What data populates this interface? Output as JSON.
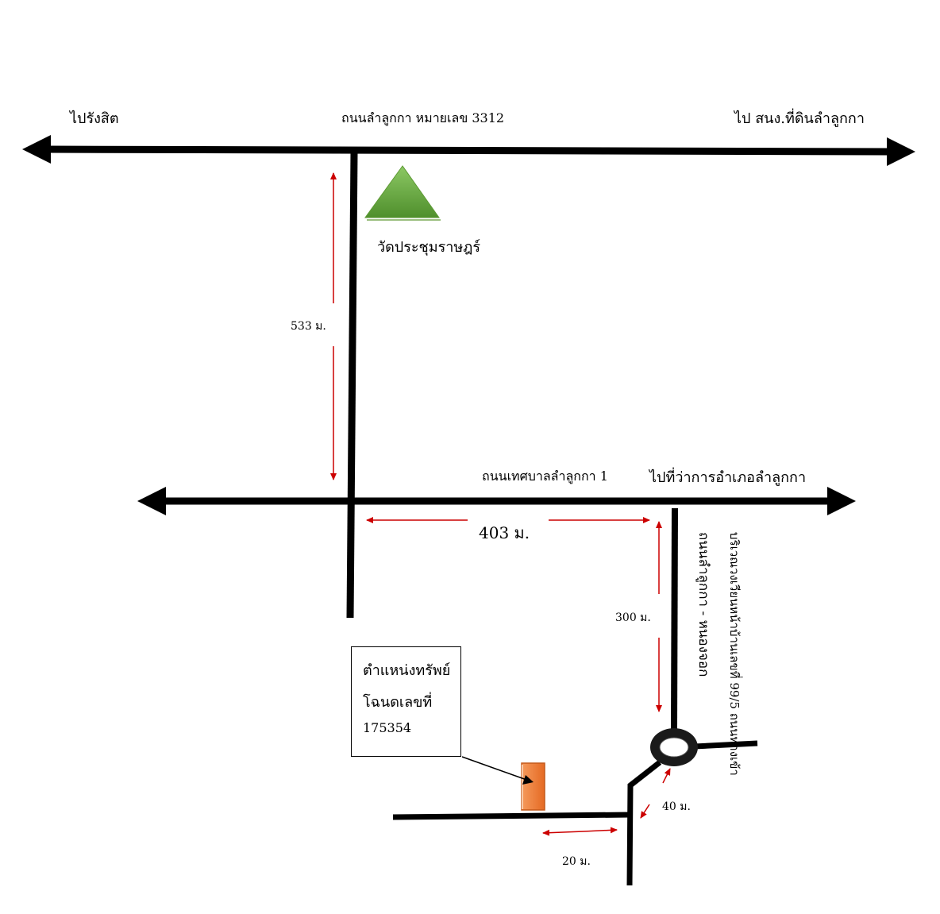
{
  "roads": {
    "top_road_name": "ถนนลำลูกกา  หมายเลข 3312",
    "top_left_direction": "ไปรังสิต",
    "top_right_direction": "ไป สนง.ที่ดินลำลูกกา",
    "middle_road_name": "ถนนเทศบาลลำลูกกา 1",
    "middle_right_direction": "ไปที่ว่าการอำเภอลำลูกกา",
    "vertical_road_name_1": "ถนนลำลูกกา - หนองจอก",
    "vertical_road_name_2": "บริเวณวงเวียนหน้าบ้านเลขที่ 99/5 ถนนทางเข้า"
  },
  "landmarks": {
    "temple_name": "วัดประชุมราษฎร์",
    "temple_color": "#6aaa3a"
  },
  "distances": {
    "d_533": "533 ม.",
    "d_403": "403 ม.",
    "d_300": "300 ม.",
    "d_40": "40 ม.",
    "d_20": "20 ม."
  },
  "property": {
    "title": "ตำแหน่งทรัพย์",
    "deed_label": "โฉนดเลขที่",
    "deed_number": "175354",
    "marker_color": "#f07f3c"
  },
  "colors": {
    "road": "#000000",
    "measure_arrow": "#cc0000"
  }
}
